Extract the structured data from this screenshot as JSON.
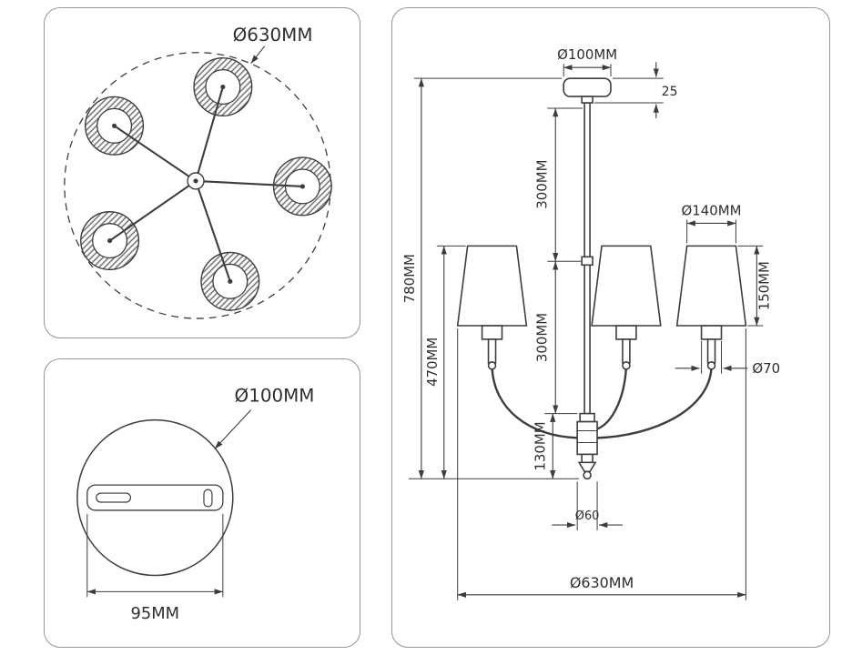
{
  "window": {
    "background": "#ffffff"
  },
  "colors": {
    "line": "#3d3d3d",
    "panel_border": "#8f979c",
    "hatch": "#6f6f6f"
  },
  "top_view": {
    "diameter_label": "Ø630MM"
  },
  "canopy_view": {
    "diameter_label": "Ø100MM",
    "bracket_width_label": "95MM"
  },
  "side_view": {
    "canopy_diameter_label": "Ø100MM",
    "canopy_height_label": "25",
    "upper_rod_length_label": "300MM",
    "lower_rod_length_label": "300MM",
    "total_height_label": "780MM",
    "body_height_label": "470MM",
    "shade_top_diameter_label": "Ø140MM",
    "shade_height_label": "150MM",
    "socket_diameter_label": "Ø70",
    "column_height_label": "130MM",
    "column_diameter_label": "Ø60",
    "total_diameter_label": "Ø630MM"
  }
}
